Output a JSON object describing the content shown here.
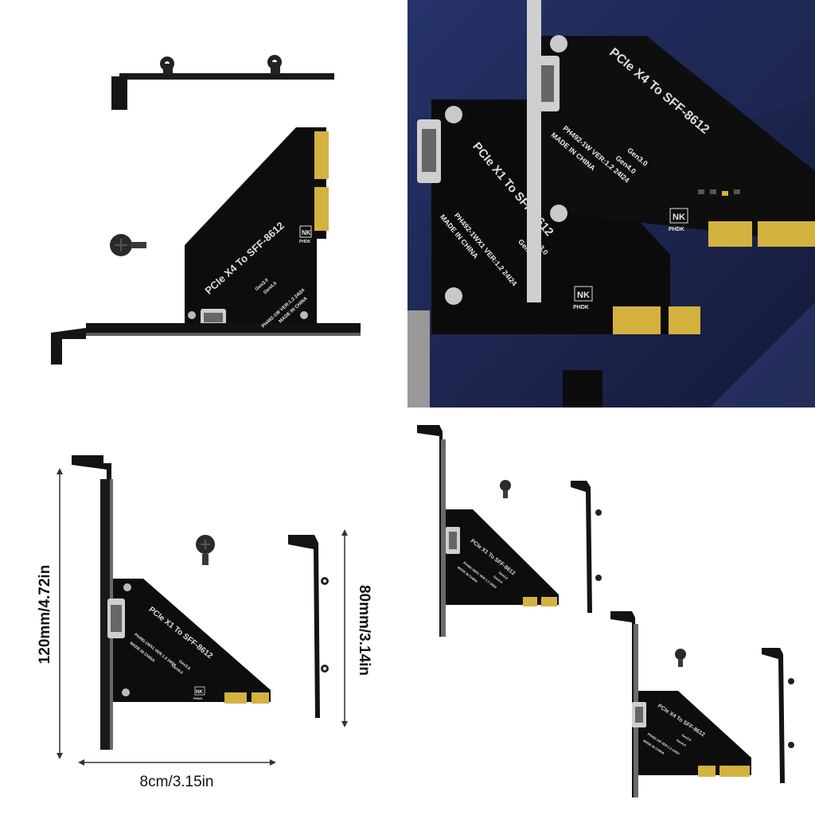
{
  "products": {
    "x4_board": {
      "title": "PCIe X4 To SFF-8612",
      "model": "PH492-1W  VER:1.2  24I24",
      "made_in": "MADE IN CHINA",
      "gen3": "Gen3.0",
      "gen4": "Gen4.0",
      "brand": "PHDK",
      "brand_mark": "NK"
    },
    "x1_board": {
      "title": "PCIe X1 To SFF-8612",
      "model": "PH492-1WX1  VER:1.2  24I24",
      "made_in": "MADE IN CHINA",
      "gen3": "Gen3.0",
      "gen4": "Gen4.0",
      "brand": "PHDK",
      "brand_mark": "NK"
    }
  },
  "dimensions": {
    "height_full": "120mm/4.72in",
    "height_low": "80mm/3.14in",
    "width": "8cm/3.15in"
  },
  "colors": {
    "pcb": "#0d0d0d",
    "gold": "#d4b240",
    "backdrop_blue": "#1b2447"
  }
}
